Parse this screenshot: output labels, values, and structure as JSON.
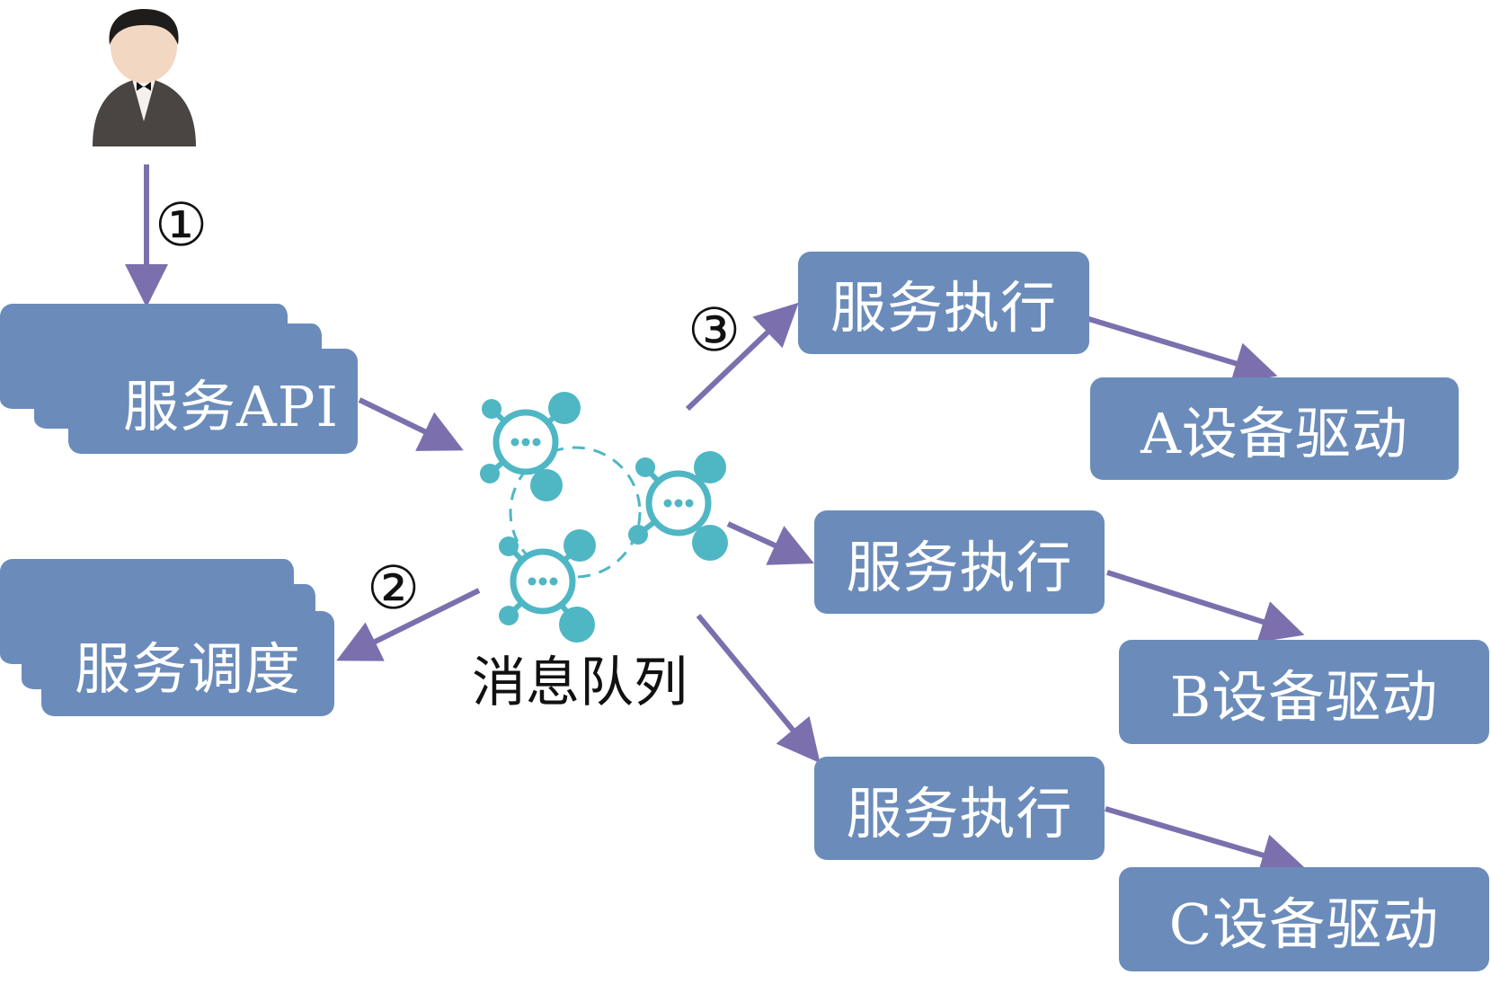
{
  "user": {
    "icon": "user-icon"
  },
  "api": {
    "label": "服务API"
  },
  "scheduler": {
    "label": "服务调度"
  },
  "queue": {
    "label": "消息队列",
    "icon": "message-queue-icon"
  },
  "executors": [
    {
      "label": "服务执行"
    },
    {
      "label": "服务执行"
    },
    {
      "label": "服务执行"
    }
  ],
  "drivers": [
    {
      "label": "A设备驱动"
    },
    {
      "label": "B设备驱动"
    },
    {
      "label": "C设备驱动"
    }
  ],
  "steps": [
    "①",
    "②",
    "③"
  ],
  "colors": {
    "box": "#6b8cba",
    "arrow": "#7b70ad",
    "queue": "#4fb6c4"
  }
}
